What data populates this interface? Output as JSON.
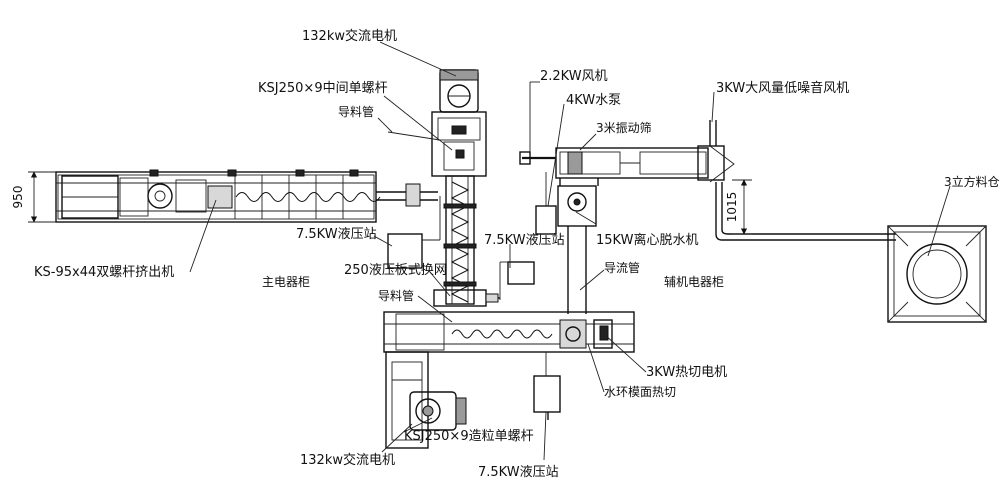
{
  "labels": {
    "motor_top": "132kw交流电机",
    "screw_mid": "KSJ250×9中间单螺杆",
    "feed_pipe_top": "导料管",
    "hyd_station_left": "7.5KW液压站",
    "twin_screw": "KS-95x44双螺杆挤出机",
    "main_cabinet": "主电器柜",
    "screen_changer": "250液压板式换网",
    "feed_pipe_bottom": "导料管",
    "hyd_station_mid": "7.5KW液压站",
    "fan": "2.2KW风机",
    "water_pump": "4KW水泵",
    "vib_screen": "3米振动筛",
    "low_noise_fan": "3KW大风量低噪音风机",
    "centrifuge": "15KW离心脱水机",
    "guide_pipe": "导流管",
    "aux_cabinet": "辅机电器柜",
    "silo": "3立方料仓",
    "cut_motor": "3KW热切电机",
    "water_ring": "水环模面热切",
    "screw_pelletizer": "KSJ250×9造粒单螺杆",
    "motor_bottom": "132kw交流电机",
    "hyd_station_bottom": "7.5KW液压站"
  },
  "dimensions": {
    "height_left": "950",
    "height_right": "1015"
  }
}
